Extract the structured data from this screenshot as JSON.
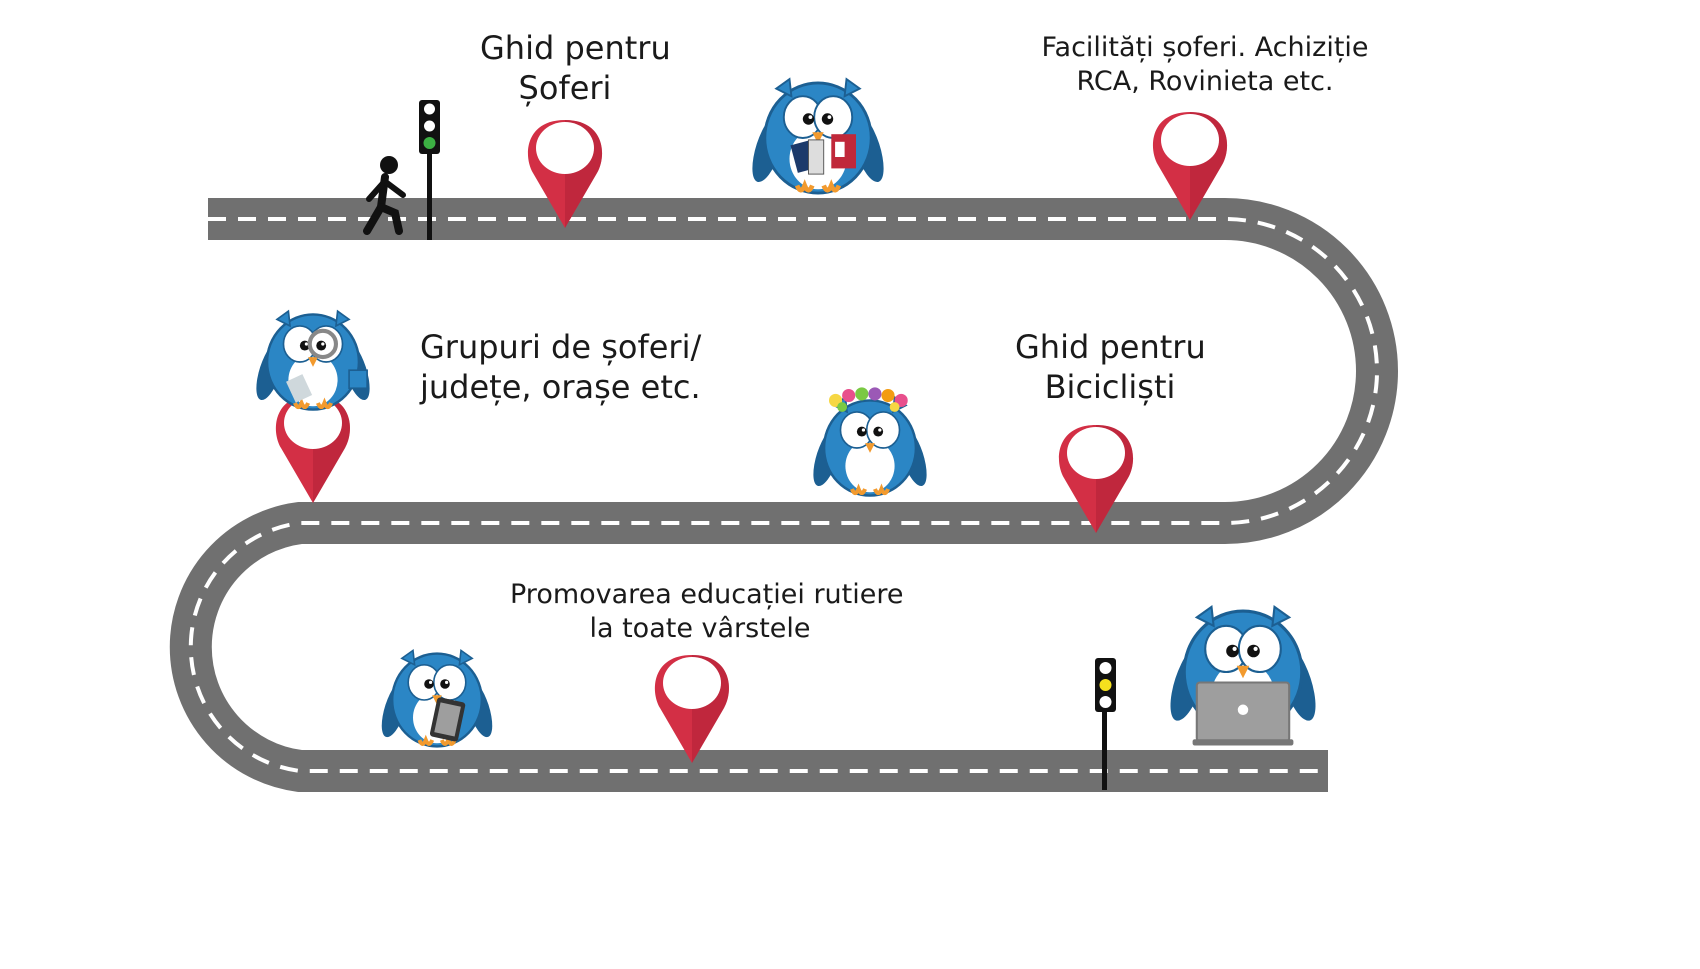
{
  "colors": {
    "road": "#707070",
    "lane_marking": "#ffffff",
    "pin_red": "#d32f45",
    "pin_dark": "#a81f33",
    "owl_blue": "#2b86c5",
    "owl_dark": "#1c5f92",
    "signal_green": "#3cb043",
    "signal_yellow": "#f5e11e",
    "signal_black": "#111111"
  },
  "steps": [
    {
      "lines": [
        "Ghid pentru",
        "Șoferi"
      ]
    },
    {
      "lines": [
        "Facilități șoferi. Achiziție",
        "RCA, Rovinieta etc."
      ]
    },
    {
      "lines": [
        "Grupuri de șoferi/",
        "județe, orașe etc."
      ]
    },
    {
      "lines": [
        "Ghid pentru",
        "Bicicliști"
      ]
    },
    {
      "lines": [
        "Promovarea educației rutiere",
        "la toate vârstele"
      ]
    }
  ],
  "icons": {
    "pedestrian": "pedestrian-icon",
    "traffic_light_start": "traffic-light-green-icon",
    "traffic_light_end": "traffic-light-yellow-icon",
    "owls": [
      "owl-with-documents-icon",
      "owl-with-magnifier-icon",
      "owl-with-flower-crown-icon",
      "owl-with-tablet-icon",
      "owl-with-laptop-icon"
    ],
    "pin": "map-pin-icon"
  }
}
